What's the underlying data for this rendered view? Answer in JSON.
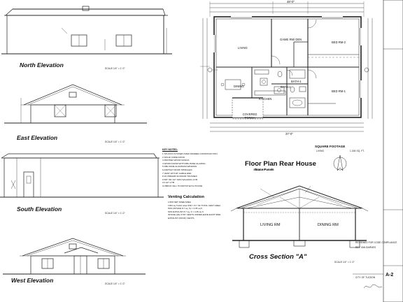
{
  "elevations": {
    "north": {
      "title": "North Elevation",
      "scale": "SCALE 1/4\" = 1'-0\""
    },
    "east": {
      "title": "East Elevation",
      "scale": "SCALE 1/4\" = 1'-0\""
    },
    "south": {
      "title": "South Elevation",
      "scale": "SCALE 1/4\" = 1'-0\""
    },
    "west": {
      "title": "West Elevation",
      "scale": "SCALE 1/4\" = 1'-0\""
    }
  },
  "plan": {
    "title": "Floor Plan Rear House",
    "scale": "SCALE 1/4\" = 1'-0\"",
    "rooms": {
      "living": "LIVING",
      "game_den": "GAME RM/ DEN",
      "bed2": "BED RM-2",
      "bed1": "BED RM-1",
      "dining": "DINING",
      "kitchen": "KITCHEN",
      "bath2": "BATH-2",
      "bath1": "BATH-1",
      "porch": "COVERED PORCH"
    },
    "dims": {
      "top_overall": "48'-0\"",
      "bottom_overall": "37'-0\""
    }
  },
  "square_footage": {
    "title": "SQUARE FOOTAGE",
    "label": "LIVING",
    "value": "1,304 SQ. FT."
  },
  "key_notes": {
    "title": "KEY NOTES:",
    "items": [
      "1  STUCCO SYSTEM OVER FRAMED CONSTRUCTION",
      "2  SOLID CORE DOOR",
      "3  PAINTED WOOD FASCIA",
      "4  WOOD DOOR WITH DBL PANE GLAZING",
      "5  DBL PANE ALUMINUM WINDOW",
      "6  ASPHALT ROOF SHINGLES",
      "7  VENT 18\"X18\" GABLE END",
      "8  2X PREFAB SCISSOR TRUSSES",
      "9  5/8\" OR 1/2\" NON SAGGING GYB",
      "10  1/2\" GYB",
      "11  BRICK SILL TO MATCH EX'G HOUSE"
    ]
  },
  "venting": {
    "title": "Venting Calculation",
    "lines": [
      "1/150 NET FREE AREA",
      "1304 sq ft attic area  /150 = 8.7 SF TOTAL VENT AREA",
      "50% (INTAKE 8.7 sq. ft) = 4.35 sq ft",
      "50% EXHAUST 8.7 sq. ft = 4.35 sq ft",
      "INTAKE (22) 9\"X9\" VENTS UNDER EAVE EACH SIDE",
      "EXHAUST (ROOF) VENTS"
    ]
  },
  "section": {
    "title": "Cross Section \"A\"",
    "scale": "SCALE 1/4\" = 1'-0\"",
    "brace_panels": "Brace Panels",
    "rooms": {
      "living": "LIVING RM",
      "dining": "DINING RM"
    }
  },
  "title_block": {
    "owner": "REY VAN BARNES",
    "approval": "REVIEWED FOR CODE COMPLIANCE",
    "city": "CITY OF TUCSON",
    "sheet": "A-2"
  }
}
